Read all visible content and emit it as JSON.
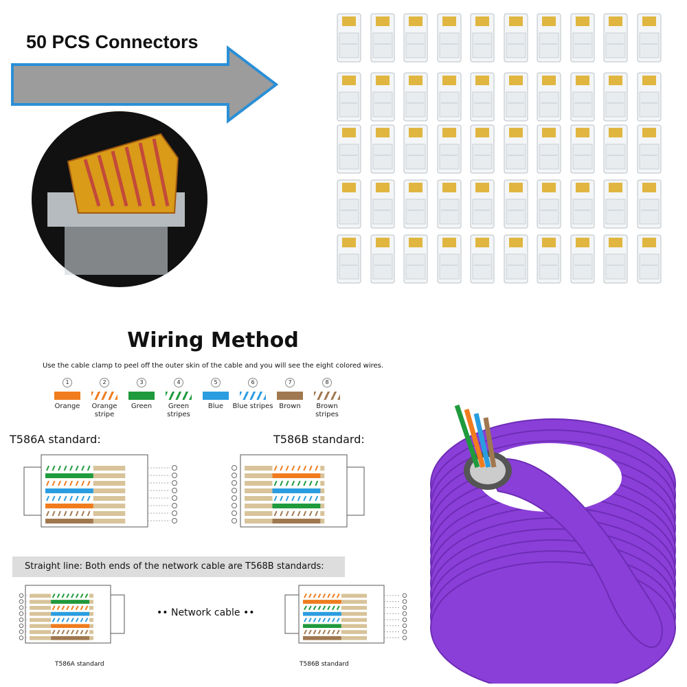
{
  "header": {
    "label": "50 PCS Connectors",
    "connector_count": 50
  },
  "wiring": {
    "title": "Wiring Method",
    "subtitle": "Use the cable clamp to peel off the outer skin of the cable and you will see the eight colored wires.",
    "wires": [
      {
        "num": "1",
        "label": "Orange",
        "color": "#f07c1e",
        "striped": false
      },
      {
        "num": "2",
        "label": "Orange stripe",
        "color": "#f07c1e",
        "striped": true
      },
      {
        "num": "3",
        "label": "Green",
        "color": "#1f9a3c",
        "striped": false
      },
      {
        "num": "4",
        "label": "Green stripes",
        "color": "#1f9a3c",
        "striped": true
      },
      {
        "num": "5",
        "label": "Blue",
        "color": "#2a9de0",
        "striped": false
      },
      {
        "num": "6",
        "label": "Blue stripes",
        "color": "#2a9de0",
        "striped": true
      },
      {
        "num": "7",
        "label": "Brown",
        "color": "#a07850",
        "striped": false
      },
      {
        "num": "8",
        "label": "Brown stripes",
        "color": "#a07850",
        "striped": true
      }
    ],
    "t568a_label": "T586A standard:",
    "t568b_label": "T586B standard:",
    "t568a_order": [
      4,
      3,
      2,
      5,
      6,
      1,
      8,
      7
    ],
    "t568b_order": [
      2,
      1,
      4,
      5,
      6,
      3,
      8,
      7
    ],
    "straight_line": "Straight line: Both ends of the network cable are T568B standards:",
    "network_cable": "•• Network cable ••",
    "caption_a": "T586A standard",
    "caption_b": "T586B standard"
  },
  "cable": {
    "color": "#8a3fd8"
  }
}
